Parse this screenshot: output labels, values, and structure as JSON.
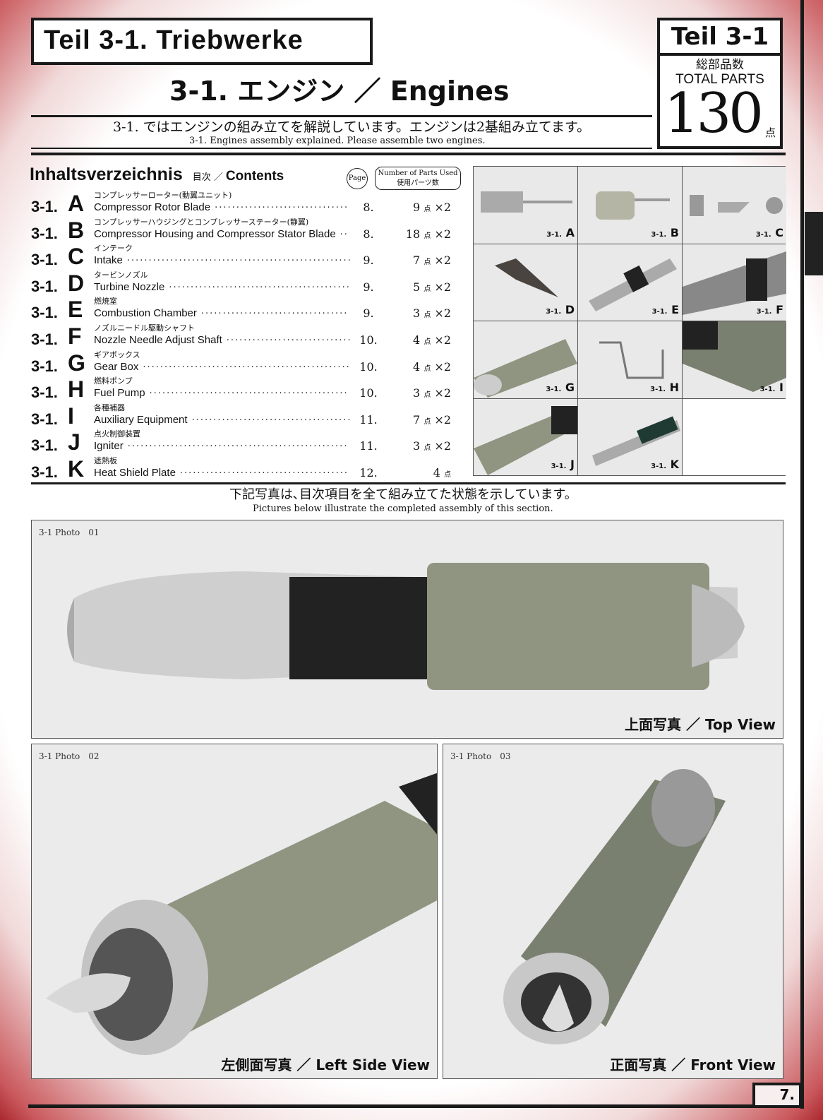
{
  "header": {
    "section_title": "Teil 3-1.  Triebwerke",
    "heading": "3-1.  エンジン ／ Engines",
    "intro_jp": "3-1. ではエンジンの組み立てを解説しています。エンジンは2基組み立てます。",
    "intro_en": "3-1. Engines  assembly explained. Please assemble two engines."
  },
  "parts_box": {
    "teil": "Teil 3-1",
    "label_jp": "総部品数",
    "label_en": "TOTAL PARTS",
    "total": "130",
    "unit": "点"
  },
  "contents": {
    "title": "Inhaltsverzeichnis",
    "title_jp": "目次 ／",
    "title_en": "Contents",
    "page_label": "Page",
    "count_label_en": "Number of Parts Used",
    "count_label_jp": "使用パーツ数",
    "items": [
      {
        "prefix": "3-1.",
        "letter": "A",
        "jp": "コンプレッサーローター(動翼ユニット)",
        "en": "Compressor Rotor Blade",
        "page": "8.",
        "count": "9",
        "unit": "点",
        "mult": "×2"
      },
      {
        "prefix": "3-1.",
        "letter": "B",
        "jp": "コンプレッサーハウジングとコンプレッサーステーター(静翼)",
        "en": "Compressor Housing and Compressor Stator Blade",
        "page": "8.",
        "count": "18",
        "unit": "点",
        "mult": "×2"
      },
      {
        "prefix": "3-1.",
        "letter": "C",
        "jp": "インテーク",
        "en": "Intake",
        "page": "9.",
        "count": "7",
        "unit": "点",
        "mult": "×2"
      },
      {
        "prefix": "3-1.",
        "letter": "D",
        "jp": "タービンノズル",
        "en": "Turbine Nozzle",
        "page": "9.",
        "count": "5",
        "unit": "点",
        "mult": "×2"
      },
      {
        "prefix": "3-1.",
        "letter": "E",
        "jp": "燃焼室",
        "en": "Combustion Chamber",
        "page": "9.",
        "count": "3",
        "unit": "点",
        "mult": "×2"
      },
      {
        "prefix": "3-1.",
        "letter": "F",
        "jp": "ノズルニードル駆動シャフト",
        "en": "Nozzle Needle Adjust Shaft",
        "page": "10.",
        "count": "4",
        "unit": "点",
        "mult": "×2"
      },
      {
        "prefix": "3-1.",
        "letter": "G",
        "jp": "ギアボックス",
        "en": "Gear Box",
        "page": "10.",
        "count": "4",
        "unit": "点",
        "mult": "×2"
      },
      {
        "prefix": "3-1.",
        "letter": "H",
        "jp": "燃料ポンプ",
        "en": "Fuel Pump",
        "page": "10.",
        "count": "3",
        "unit": "点",
        "mult": "×2"
      },
      {
        "prefix": "3-1.",
        "letter": "I",
        "jp": "各種補器",
        "en": "Auxiliary Equipment",
        "page": "11.",
        "count": "7",
        "unit": "点",
        "mult": "×2"
      },
      {
        "prefix": "3-1.",
        "letter": "J",
        "jp": "点火制御装置",
        "en": "Igniter",
        "page": "11.",
        "count": "3",
        "unit": "点",
        "mult": "×2"
      },
      {
        "prefix": "3-1.",
        "letter": "K",
        "jp": "遮熱板",
        "en": "Heat Shield Plate",
        "page": "12.",
        "count": "4",
        "unit": "点",
        "mult": ""
      }
    ]
  },
  "thumbnails": [
    {
      "prefix": "3-1.",
      "letter": "A"
    },
    {
      "prefix": "3-1.",
      "letter": "B"
    },
    {
      "prefix": "3-1.",
      "letter": "C"
    },
    {
      "prefix": "3-1.",
      "letter": "D"
    },
    {
      "prefix": "3-1.",
      "letter": "E"
    },
    {
      "prefix": "3-1.",
      "letter": "F"
    },
    {
      "prefix": "3-1.",
      "letter": "G"
    },
    {
      "prefix": "3-1.",
      "letter": "H"
    },
    {
      "prefix": "3-1.",
      "letter": "I"
    },
    {
      "prefix": "3-1.",
      "letter": "J"
    },
    {
      "prefix": "3-1.",
      "letter": "K"
    }
  ],
  "completed_note": {
    "jp": "下記写真は､目次項目を全て組み立てた状態を示しています。",
    "en": "Pictures below illustrate the completed assembly of this section."
  },
  "photos": [
    {
      "caption": "3-1 Photo　01",
      "view": "上面写真 ／ Top View"
    },
    {
      "caption": "3-1 Photo　02",
      "view": "左側面写真 ／ Left Side View"
    },
    {
      "caption": "3-1 Photo　03",
      "view": "正面写真 ／ Front View"
    }
  ],
  "page_number": "7."
}
